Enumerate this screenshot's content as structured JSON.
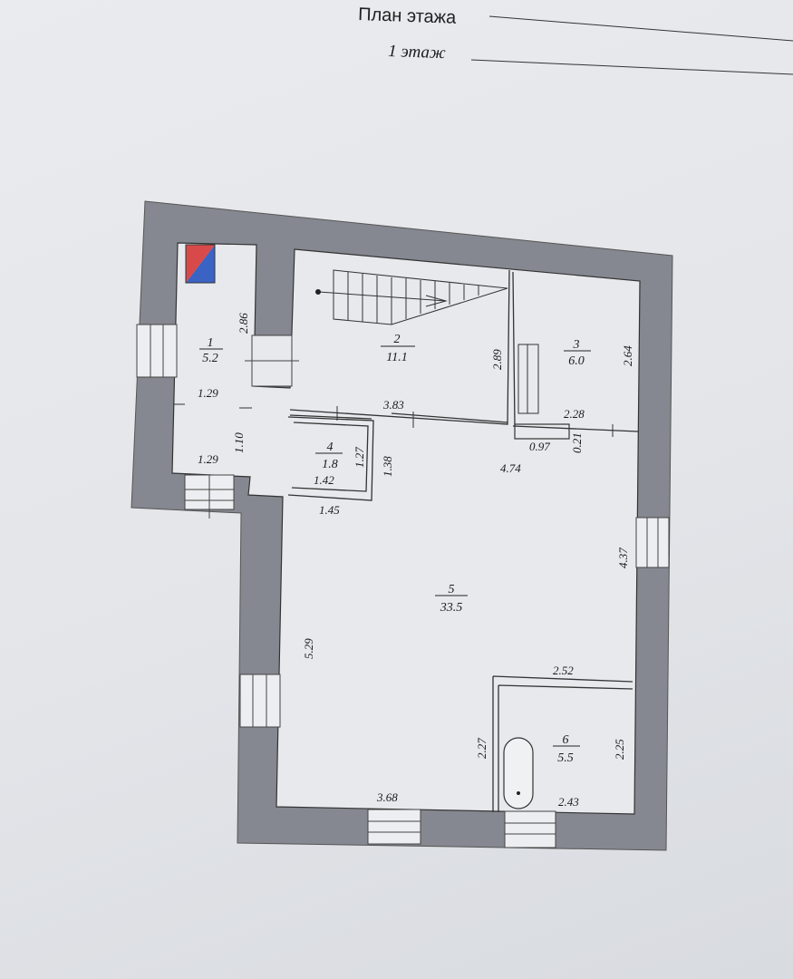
{
  "header": {
    "title": "План этажа",
    "floor_label": "1 этаж"
  },
  "rooms": [
    {
      "number": "1",
      "area": "5.2"
    },
    {
      "number": "2",
      "area": "11.1"
    },
    {
      "number": "3",
      "area": "6.0"
    },
    {
      "number": "4",
      "area": "1.8"
    },
    {
      "number": "5",
      "area": "33.5"
    },
    {
      "number": "6",
      "area": "5.5"
    }
  ],
  "dimensions": {
    "room1_height": "2.86",
    "room1_width_top": "1.29",
    "room1_door_height": "1.10",
    "room1_width_bottom": "1.29",
    "room2_width": "3.83",
    "room2_height": "2.89",
    "room3_height": "2.64",
    "room3_width": "2.28",
    "room3_passage_width": "0.97",
    "room3_passage_height": "0.21",
    "room4_height": "1.27",
    "room4_width": "1.42",
    "room4_outer_height": "1.38",
    "room4_outer_width": "1.45",
    "room5_width_top": "4.74",
    "room5_height_right": "4.37",
    "room5_height_left": "5.29",
    "room5_width_bottom": "3.68",
    "room6_width_top": "2.52",
    "room6_height_left": "2.27",
    "room6_height_right": "2.25",
    "room6_width_bottom": "2.43"
  },
  "colors": {
    "wall": "#848890",
    "paper": "#e6e8ec",
    "line": "#2a2a2a",
    "marker_red": "#d84a4a",
    "marker_blue": "#3b63c4"
  }
}
